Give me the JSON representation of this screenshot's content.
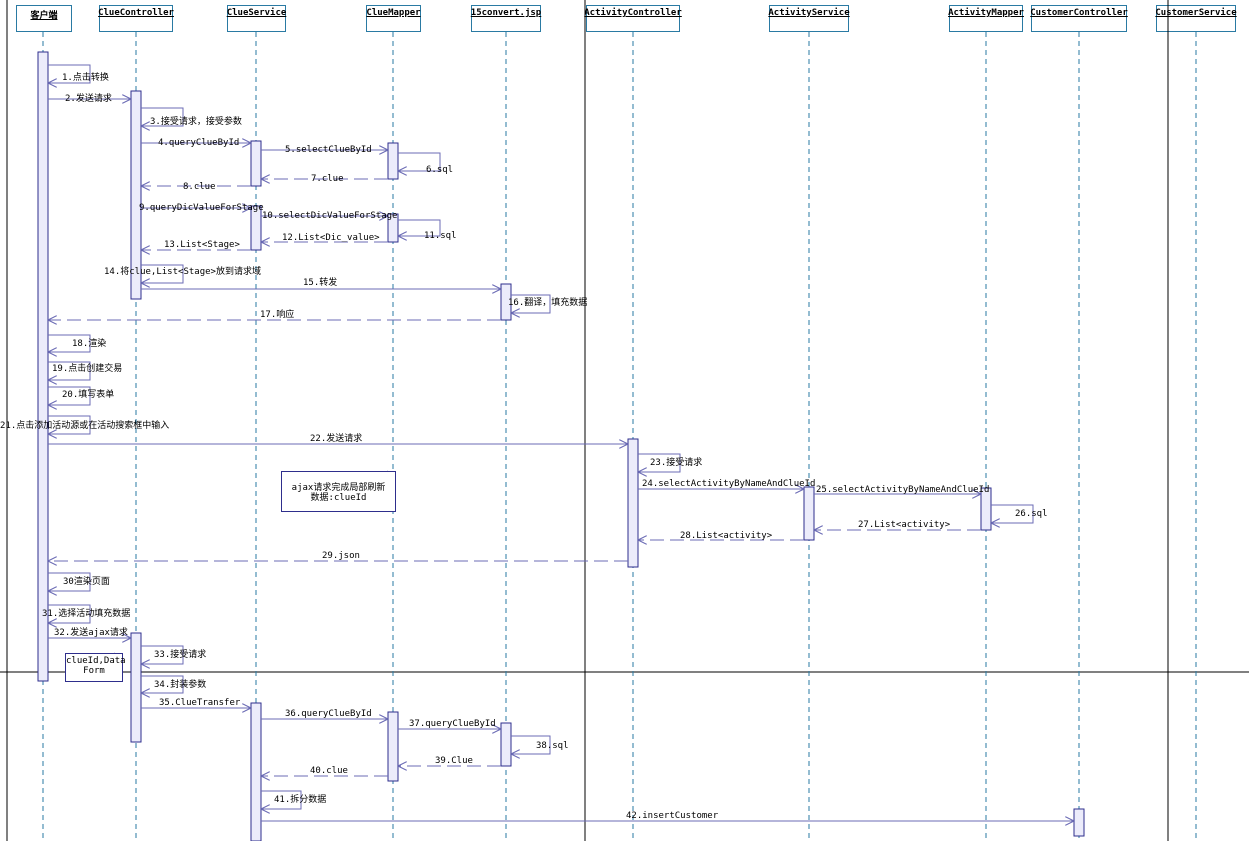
{
  "lifelines": [
    {
      "id": "client",
      "label": "客户端"
    },
    {
      "id": "clue_controller",
      "label": "ClueController"
    },
    {
      "id": "clue_service",
      "label": "ClueService"
    },
    {
      "id": "clue_mapper",
      "label": "ClueMapper"
    },
    {
      "id": "convert_jsp",
      "label": "15convert.jsp"
    },
    {
      "id": "activity_controller",
      "label": "ActivityController"
    },
    {
      "id": "activity_service",
      "label": "ActivityService"
    },
    {
      "id": "activity_mapper",
      "label": "ActivityMapper"
    },
    {
      "id": "customer_controller",
      "label": "CustomerController"
    },
    {
      "id": "customer_service",
      "label": "CustomerService"
    }
  ],
  "messages": [
    {
      "n": 1,
      "text": "1.点击转换"
    },
    {
      "n": 2,
      "text": "2.发送请求"
    },
    {
      "n": 3,
      "text": "3.接受请求，接受参数"
    },
    {
      "n": 4,
      "text": "4.queryClueById"
    },
    {
      "n": 5,
      "text": "5.selectClueById"
    },
    {
      "n": 6,
      "text": "6.sql"
    },
    {
      "n": 7,
      "text": "7.clue"
    },
    {
      "n": 8,
      "text": "8.clue"
    },
    {
      "n": 9,
      "text": "9.queryDicValueForStage"
    },
    {
      "n": 10,
      "text": "10.selectDicValueForStage"
    },
    {
      "n": 11,
      "text": "11.sql"
    },
    {
      "n": 12,
      "text": "12.List<Dic_value>"
    },
    {
      "n": 13,
      "text": "13.List<Stage>"
    },
    {
      "n": 14,
      "text": "14.将clue,List<Stage>放到请求域"
    },
    {
      "n": 15,
      "text": "15.转发"
    },
    {
      "n": 16,
      "text": "16.翻译，填充数据"
    },
    {
      "n": 17,
      "text": "17.响应"
    },
    {
      "n": 18,
      "text": "18.渲染"
    },
    {
      "n": 19,
      "text": "19.点击创建交易"
    },
    {
      "n": 20,
      "text": "20.填写表单"
    },
    {
      "n": 21,
      "text": "21.点击添加活动源或在活动搜索框中输入"
    },
    {
      "n": 22,
      "text": "22.发送请求"
    },
    {
      "n": 23,
      "text": "23.接受请求"
    },
    {
      "n": 24,
      "text": "24.selectActivityByNameAndClueId"
    },
    {
      "n": 25,
      "text": "25.selectActivityByNameAndClueId"
    },
    {
      "n": 26,
      "text": "26.sql"
    },
    {
      "n": 27,
      "text": "27.List<activity>"
    },
    {
      "n": 28,
      "text": "28.List<activity>"
    },
    {
      "n": 29,
      "text": "29.json"
    },
    {
      "n": 30,
      "text": "30渲染页面"
    },
    {
      "n": 31,
      "text": "31.选择活动填充数据"
    },
    {
      "n": 32,
      "text": "32.发送ajax请求"
    },
    {
      "n": 33,
      "text": "33.接受请求"
    },
    {
      "n": 34,
      "text": "34.封装参数"
    },
    {
      "n": 35,
      "text": "35.ClueTransfer"
    },
    {
      "n": 36,
      "text": "36.queryClueById"
    },
    {
      "n": 37,
      "text": "37.queryClueById"
    },
    {
      "n": 38,
      "text": "38.sql"
    },
    {
      "n": 39,
      "text": "39.Clue"
    },
    {
      "n": 40,
      "text": "40.clue"
    },
    {
      "n": 41,
      "text": "41.拆分数据"
    },
    {
      "n": 42,
      "text": "42.insertCustomer"
    }
  ],
  "notes": {
    "ajax_note": {
      "line1": "ajax请求完成局部刷新",
      "line2": "数据:clueId"
    },
    "param_note": {
      "line1": "clueId,Data",
      "line2": "Form"
    }
  },
  "colors": {
    "lifeline": "#2a7aa3",
    "arrow": "#6b6bb5",
    "activation_fill": "#ececfb",
    "activation_stroke": "#2e2e8c"
  }
}
